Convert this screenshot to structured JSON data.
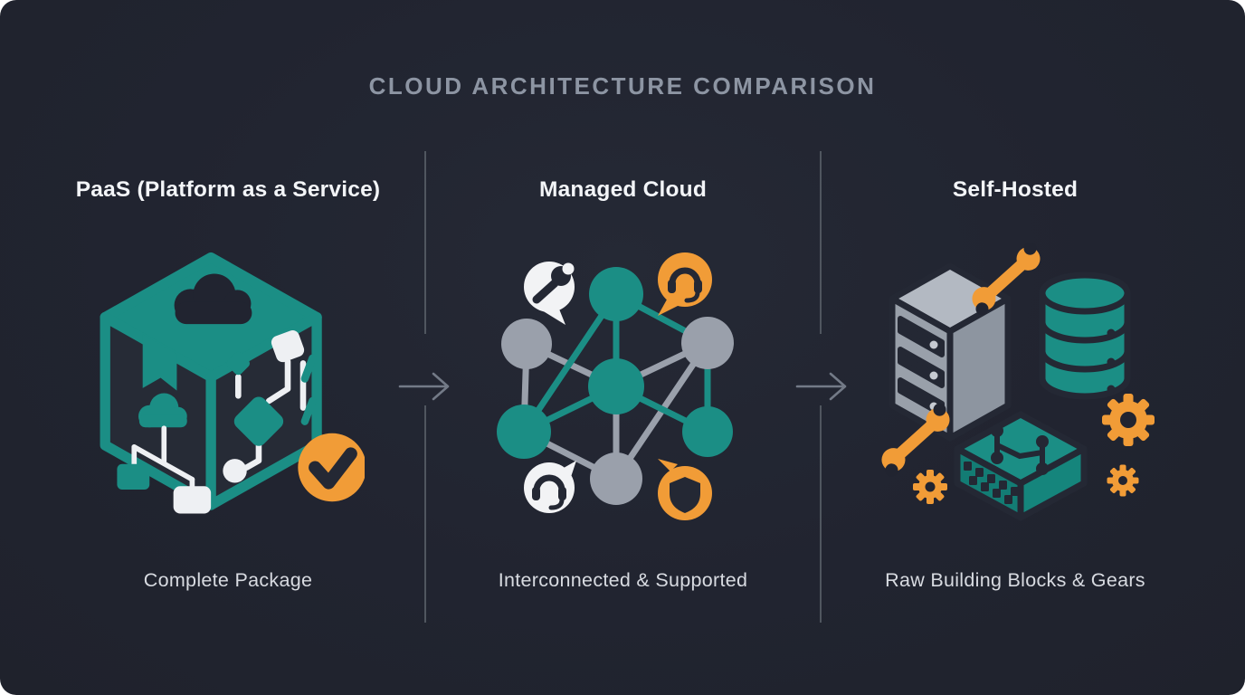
{
  "title": "CLOUD ARCHITECTURE COMPARISON",
  "columns": [
    {
      "header": "PaaS (Platform as a Service)",
      "caption": "Complete Package",
      "illustration": "paas-cube-with-check-badge"
    },
    {
      "header": "Managed Cloud",
      "caption": "Interconnected & Supported",
      "illustration": "network-nodes-with-support-badges"
    },
    {
      "header": "Self-Hosted",
      "caption": "Raw Building Blocks & Gears",
      "illustration": "server-database-switch-tools-gears"
    }
  ],
  "connectors": [
    {
      "type": "arrow-right"
    },
    {
      "type": "arrow-right"
    }
  ],
  "icons": [
    "cloud-icon",
    "tag-icon",
    "flowchart-icon",
    "check-icon",
    "wrench-icon",
    "headset-icon",
    "shield-icon",
    "network-node",
    "server-icon",
    "database-icon",
    "network-switch-icon",
    "gear-icon",
    "arrow-right-icon"
  ],
  "colors": {
    "background": "#212430",
    "teal": "#1b8e85",
    "orange": "#f19c37",
    "gray_node": "#9aa0ab",
    "server_gray": "#99a0aa",
    "header_text": "#f3f5f8",
    "caption_text": "#d8dbe1",
    "title_text": "#8d95a3",
    "divider": "#50565f",
    "arrow": "#737a87",
    "dark_detail": "#242834",
    "white_detail": "#eef0f3"
  }
}
